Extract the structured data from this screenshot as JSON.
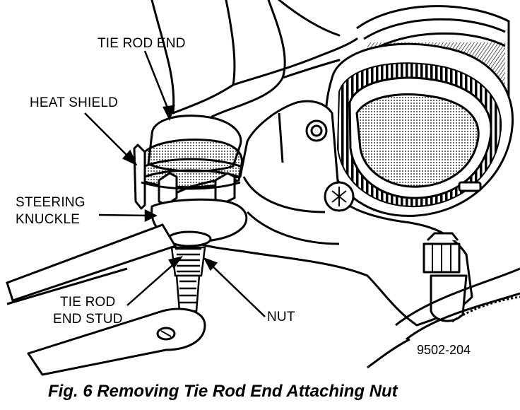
{
  "labels": {
    "tie_rod_end": "TIE ROD END",
    "heat_shield": "HEAT SHIELD",
    "steering_knuckle_line1": "STEERING",
    "steering_knuckle_line2": "KNUCKLE",
    "tie_rod_end_stud_line1": "TIE ROD",
    "tie_rod_end_stud_line2": "END STUD",
    "nut": "NUT"
  },
  "figure_number": "9502-204",
  "caption": "Fig. 6 Removing Tie Rod End Attaching Nut"
}
